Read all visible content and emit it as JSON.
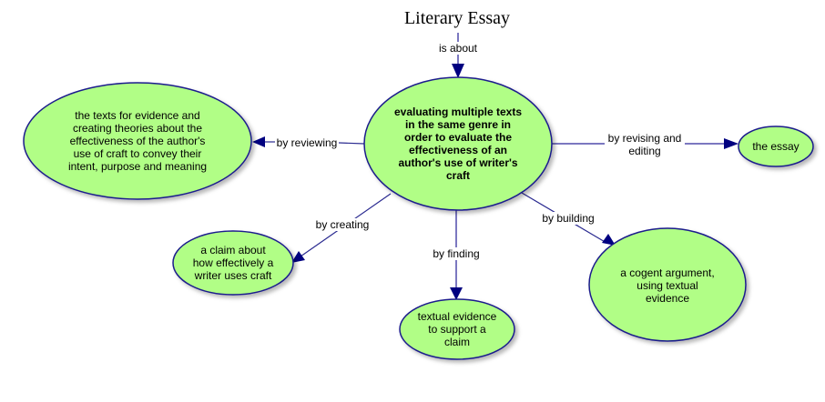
{
  "map": {
    "title": "Literary Essay",
    "colors": {
      "node_fill": "#b1fe86",
      "node_stroke": "#1a1a8c",
      "link_line": "#7b78c0",
      "arrow": "#000080",
      "text": "#000000"
    },
    "central_node": {
      "text": "evaluating multiple texts\nin the same genre in\norder to evaluate the\neffectiveness of an\nauthor's use of writer's\ncraft"
    },
    "links": [
      {
        "id": "is-about",
        "label": "is about",
        "target": "central"
      },
      {
        "id": "by-reviewing",
        "label": "by reviewing",
        "target": "texts-for-evidence"
      },
      {
        "id": "by-revising",
        "label": "by revising and\nediting",
        "target": "the-essay"
      },
      {
        "id": "by-creating",
        "label": "by creating",
        "target": "a-claim"
      },
      {
        "id": "by-finding",
        "label": "by finding",
        "target": "textual-evidence"
      },
      {
        "id": "by-building",
        "label": "by building",
        "target": "cogent-argument"
      }
    ],
    "nodes": {
      "texts_for_evidence": "the texts for evidence and\ncreating theories about the\neffectiveness of the author's\nuse of craft to convey their\nintent, purpose and meaning",
      "the_essay": "the essay",
      "a_claim": "a claim about\nhow effectively a\nwriter uses craft",
      "textual_evidence": "textual evidence\nto support a\nclaim",
      "cogent_argument": "a cogent argument,\nusing textual\nevidence"
    }
  }
}
